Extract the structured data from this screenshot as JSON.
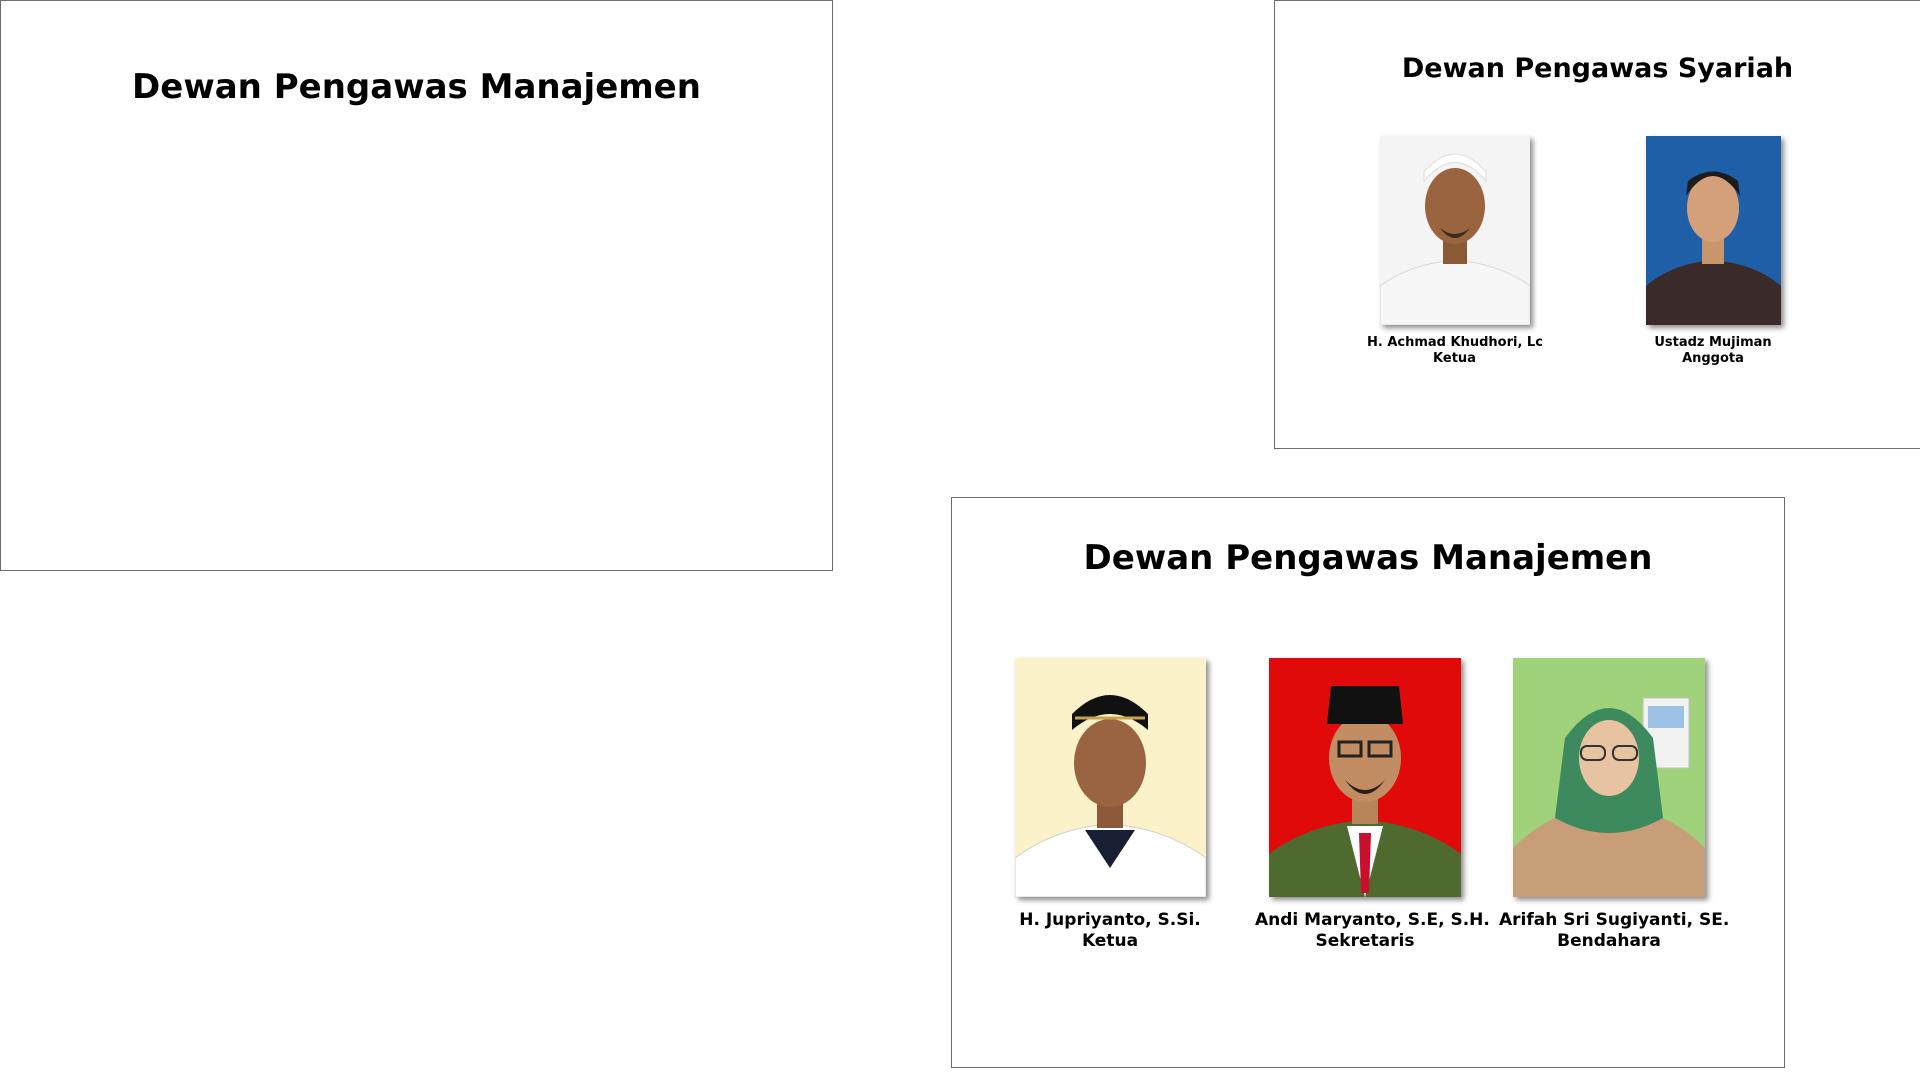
{
  "slides": [
    {
      "title": "Dewan Pengawas Manajemen",
      "members": []
    },
    {
      "title": "Dewan Pengawas Syariah",
      "members": [
        {
          "name": "H. Achmad Khudhori, Lc",
          "role": "Ketua",
          "photo_bg": "#f4f4f4",
          "clothing": "#f7f7f7",
          "headwear": "kopiah-putih"
        },
        {
          "name": "Ustadz Mujiman",
          "role": "Anggota",
          "photo_bg": "#1f5fa8",
          "clothing": "#3a2a2a",
          "headwear": "none"
        }
      ]
    },
    {
      "title": "Dewan Pengawas Manajemen",
      "members": [
        {
          "name": "H. Jupriyanto, S.Si.",
          "role": "Ketua",
          "photo_bg": "#fbf2c9",
          "clothing": "#ffffff",
          "headwear": "peci-hitam"
        },
        {
          "name": "Andi Maryanto, S.E, S.H.",
          "role": "Sekretaris",
          "photo_bg": "#e00a0a",
          "clothing": "#4f6a2f",
          "headwear": "peci-hitam"
        },
        {
          "name": "Arifah Sri Sugiyanti, SE.",
          "role": "Bendahara",
          "photo_bg": "#9fd27a",
          "clothing": "#c79e78",
          "headwear": "jilbab-hijau"
        }
      ]
    }
  ]
}
